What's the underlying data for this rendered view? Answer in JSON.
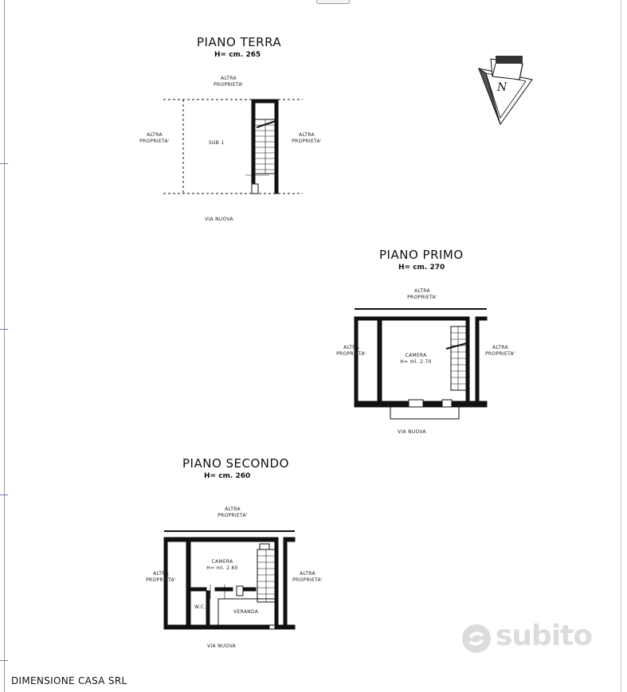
{
  "floors": {
    "ground": {
      "title": "PIANO TERRA",
      "height": "H= cm. 265",
      "top": [
        "ALTRA",
        "PROPRIETA'"
      ],
      "left": [
        "ALTRA",
        "PROPRIETA'"
      ],
      "right": [
        "ALTRA",
        "PROPRIETA'"
      ],
      "unit": "SUB 1",
      "street": "VIA NUOVA"
    },
    "first": {
      "title": "PIANO PRIMO",
      "height": "H= cm. 270",
      "top": [
        "ALTRA",
        "PROPRIETA'"
      ],
      "left": [
        "ALTRA",
        "PROPRIETA'"
      ],
      "right": [
        "ALTRA",
        "PROPRIETA'"
      ],
      "room": "CAMERA",
      "room_height": "H= ml. 2.70",
      "street": "VIA NUOVA"
    },
    "second": {
      "title": "PIANO SECONDO",
      "height": "H= cm. 260",
      "top": [
        "ALTRA",
        "PROPRIETA'"
      ],
      "left": [
        "ALTRA",
        "PROPRIETA'"
      ],
      "right": [
        "ALTRA",
        "PROPRIETA'"
      ],
      "room": "CAMERA",
      "room_height": "H= ml. 2.60",
      "wc": "W.C.",
      "veranda": "VERANDA",
      "street": "VIA NUOVA"
    }
  },
  "north": {
    "letter": "N"
  },
  "company": "DIMENSIONE CASA SRL",
  "watermark": "subito"
}
